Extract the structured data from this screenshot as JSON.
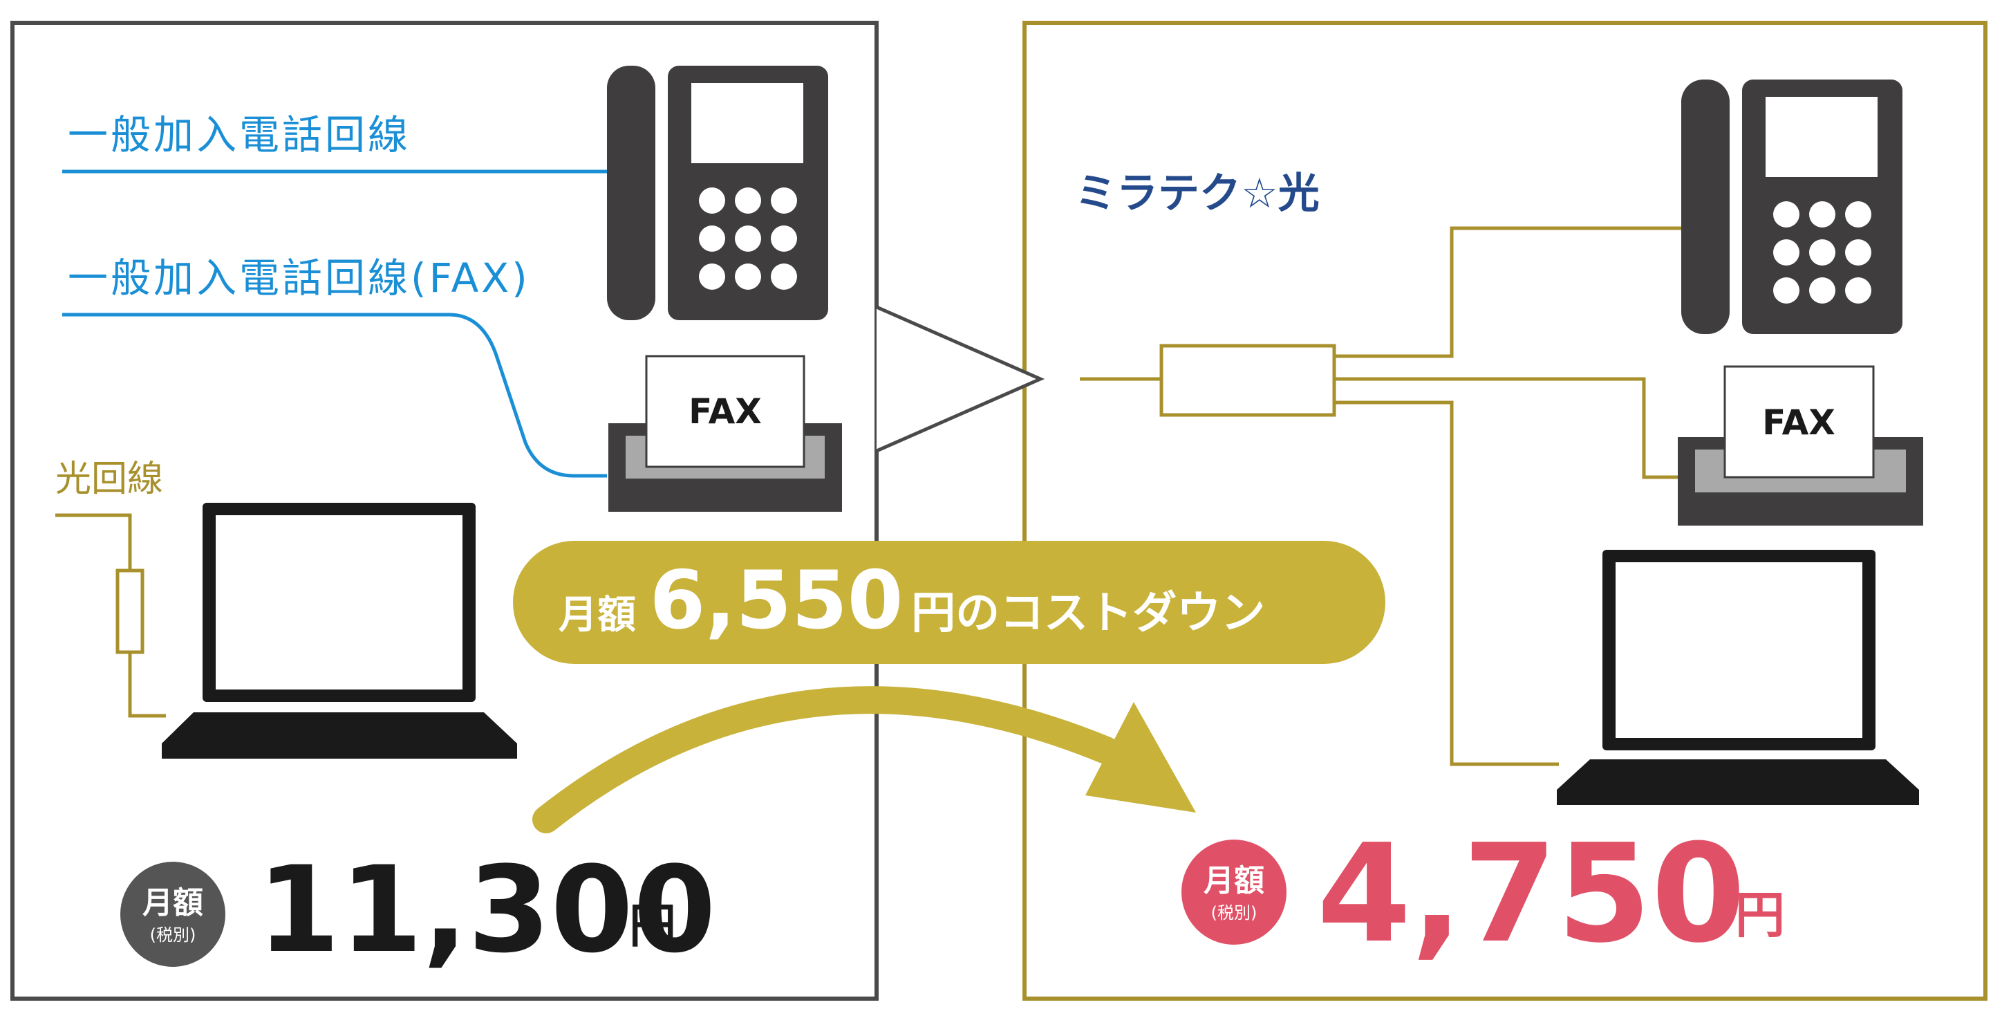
{
  "colors": {
    "blue_line": "#1a8fd6",
    "gold_line": "#a8902c",
    "gold_fill": "#c8b23a",
    "navy_text": "#244a8c",
    "gray_panel_border": "#4a4a4a",
    "device_dark": "#3f3d3d",
    "red_price": "#e05066",
    "black_price": "#1a1a1a",
    "badge_gray": "#555555"
  },
  "left_panel": {
    "line_phone_label": "一般加入電話回線",
    "line_fax_label": "一般加入電話回線(FAX)",
    "line_fiber_label": "光回線",
    "fax_label": "FAX",
    "badge_line1": "月額",
    "badge_line2": "(税別)",
    "price_value": "11,300",
    "price_unit": "円"
  },
  "right_panel": {
    "service_name": "ミラテク☆光",
    "fax_label": "FAX",
    "badge_line1": "月額",
    "badge_line2": "(税別)",
    "price_value": "4,750",
    "price_unit": "円"
  },
  "banner": {
    "prefix": "月額",
    "amount": "6,550",
    "suffix": "円のコストダウン"
  }
}
